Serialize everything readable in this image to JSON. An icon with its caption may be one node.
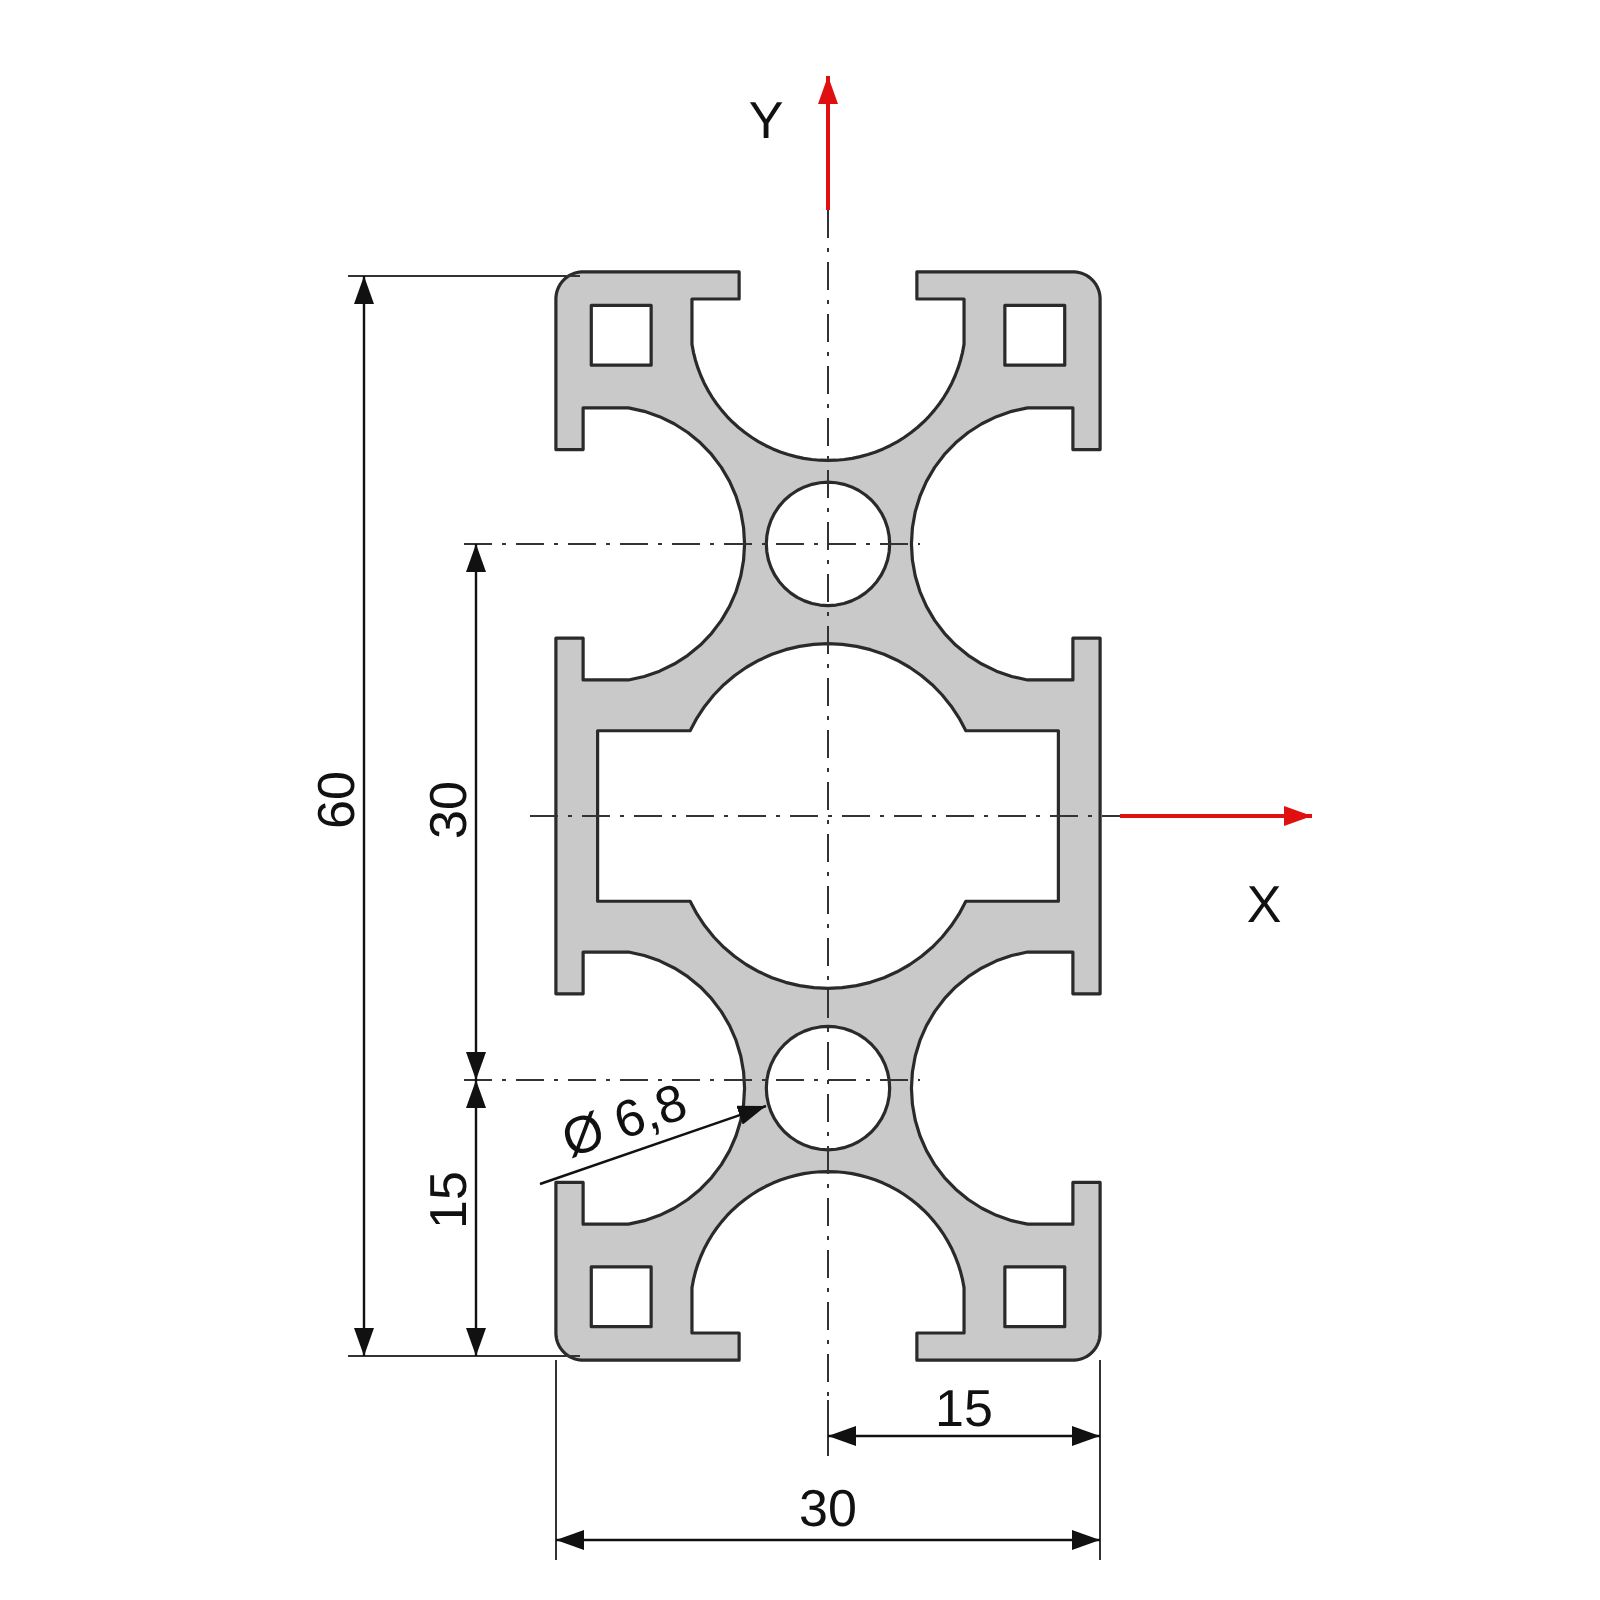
{
  "diagram": {
    "labels": [
      "Y",
      "60",
      "30",
      "X",
      "Ø 6,8",
      "15",
      "15",
      "30"
    ]
  }
}
